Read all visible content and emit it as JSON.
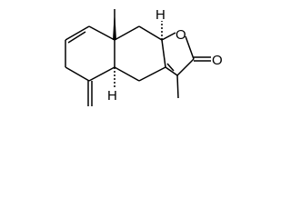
{
  "molecule": {
    "atom_labels": {
      "ring_oxygen": "O",
      "carbonyl_oxygen": "O",
      "stereo_h_top": "H",
      "stereo_h_bottom": "H"
    },
    "colors": {
      "bond": "#000000",
      "background": "#ffffff"
    }
  }
}
